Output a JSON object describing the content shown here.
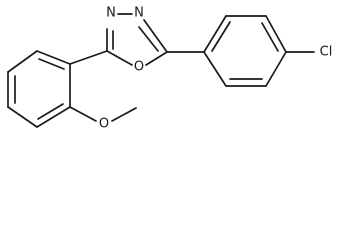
{
  "molecule": {
    "atom_labels": {
      "n3": "N",
      "n4": "N",
      "o1": "O",
      "o_methoxy": "O",
      "cl": "Cl"
    }
  },
  "colors": {
    "bond": "#1a1a1a",
    "background": "#ffffff"
  }
}
